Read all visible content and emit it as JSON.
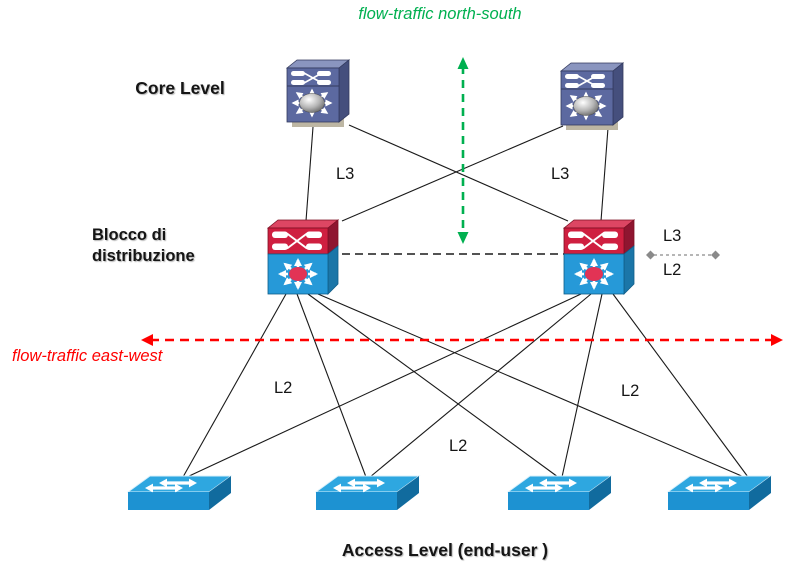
{
  "diagram": {
    "labels": {
      "flow_north_south": "flow-traffic north-south",
      "core_level": "Core Level",
      "l3_link_left": "L3",
      "l3_link_right": "L3",
      "distribution_line1": "Blocco di",
      "distribution_line2": "distribuzione",
      "boundary_l3": "L3",
      "boundary_l2": "L2",
      "flow_east_west": "flow-traffic east-west",
      "l2_link_left": "L2",
      "l2_link_center": "L2",
      "l2_link_right": "L2",
      "access_level": "Access Level (end-user )"
    },
    "colors": {
      "north_south_flow": "#00B050",
      "east_west_flow": "#FF0000",
      "core_icon": "#5C69A0",
      "distribution_l3_red": "#CF1F40",
      "distribution_l2_blue": "#2699D8",
      "access_icon_blue": "#1D92D2",
      "link_line": "#1A1A1A",
      "l2_l3_boundary_line": "#8A8A8A"
    },
    "nodes": {
      "core_switches": [
        "core-switch-1",
        "core-switch-2"
      ],
      "distribution_switches": [
        "distribution-switch-1",
        "distribution-switch-2"
      ],
      "access_switches": [
        "access-switch-1",
        "access-switch-2",
        "access-switch-3",
        "access-switch-4"
      ]
    }
  }
}
